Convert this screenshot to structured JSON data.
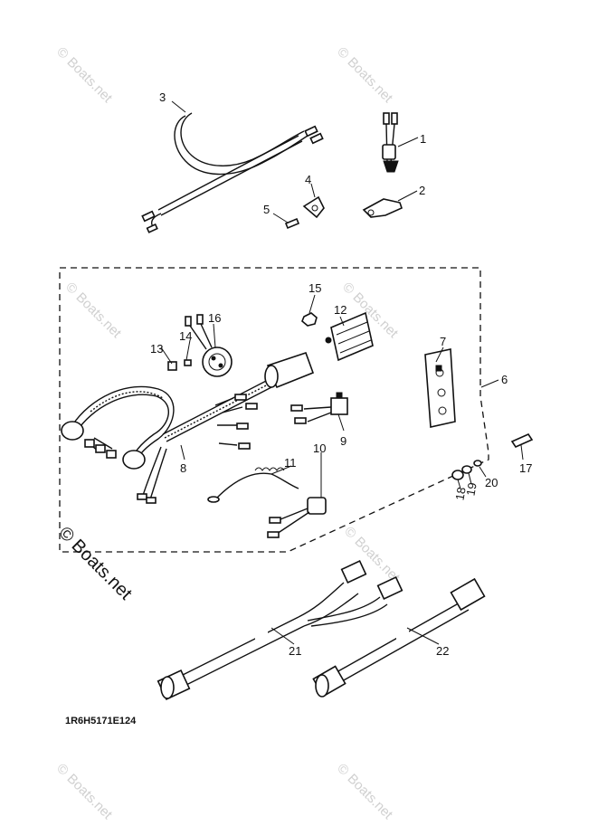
{
  "watermark": {
    "text": "Boats.net",
    "symbol": "©"
  },
  "diagram_code": "1R6H5171E124",
  "callouts": [
    "1",
    "2",
    "3",
    "4",
    "5",
    "6",
    "7",
    "8",
    "9",
    "10",
    "11",
    "12",
    "13",
    "14",
    "15",
    "16",
    "17",
    "18",
    "19",
    "20",
    "21",
    "22"
  ]
}
